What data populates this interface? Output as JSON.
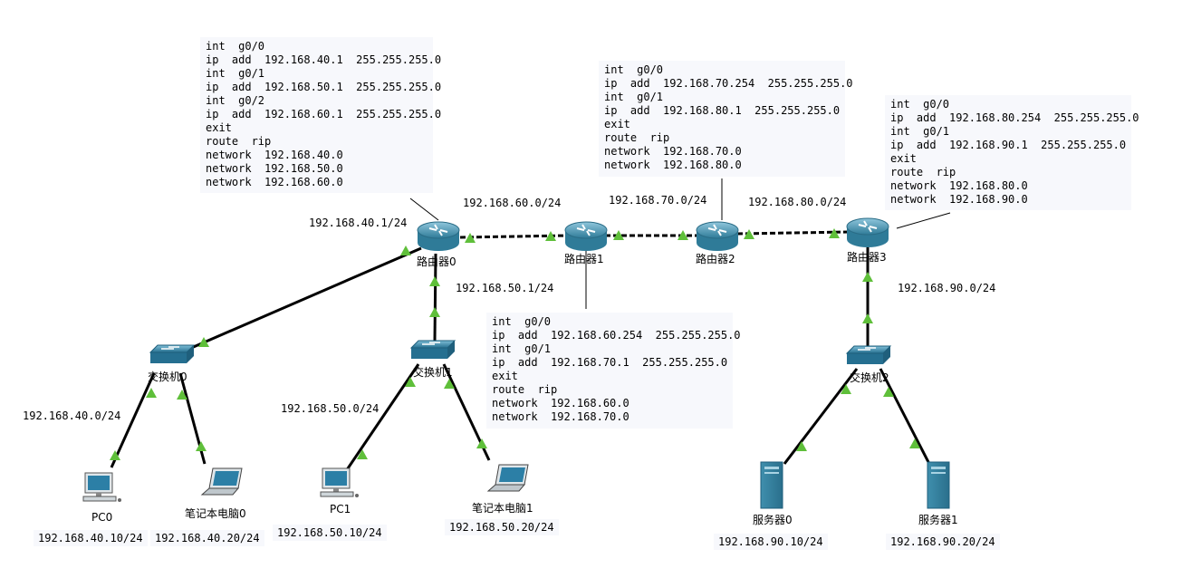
{
  "colors": {
    "link": "#000000",
    "port_up": "#5fbf3a",
    "router": "#3d8aa8",
    "switch": "#2f7fa0",
    "note_bg": "#f7f8fc"
  },
  "devices": {
    "router0": {
      "name": "路由器0",
      "icon": "router-icon"
    },
    "router1": {
      "name": "路由器1",
      "icon": "router-icon"
    },
    "router2": {
      "name": "路由器2",
      "icon": "router-icon"
    },
    "router3": {
      "name": "路由器3",
      "icon": "router-icon"
    },
    "switch0": {
      "name": "交换机0",
      "icon": "switch-icon"
    },
    "switch1": {
      "name": "交换机1",
      "icon": "switch-icon"
    },
    "switch2": {
      "name": "交换机2",
      "icon": "switch-icon"
    },
    "pc0": {
      "name": "PC0",
      "icon": "pc-icon"
    },
    "pc1": {
      "name": "PC1",
      "icon": "pc-icon"
    },
    "laptop0": {
      "name": "笔记本电脑0",
      "icon": "laptop-icon"
    },
    "laptop1": {
      "name": "笔记本电脑1",
      "icon": "laptop-icon"
    },
    "server0": {
      "name": "服务器0",
      "icon": "server-icon"
    },
    "server1": {
      "name": "服务器1",
      "icon": "server-icon"
    }
  },
  "labels": {
    "r0_g00": "192.168.40.1/24",
    "net_60": "192.168.60.0/24",
    "net_70": "192.168.70.0/24",
    "net_80": "192.168.80.0/24",
    "r0_g01": "192.168.50.1/24",
    "net_90": "192.168.90.0/24",
    "net_40": "192.168.40.0/24",
    "net_50": "192.168.50.0/24",
    "pc0_ip": "192.168.40.10/24",
    "laptop0_ip": "192.168.40.20/24",
    "pc1_ip": "192.168.50.10/24",
    "laptop1_ip": "192.168.50.20/24",
    "server0_ip": "192.168.90.10/24",
    "server1_ip": "192.168.90.20/24"
  },
  "notes": {
    "router0": [
      "int  g0/0",
      "ip  add  192.168.40.1  255.255.255.0",
      "int  g0/1",
      "ip  add  192.168.50.1  255.255.255.0",
      "int  g0/2",
      "ip  add  192.168.60.1  255.255.255.0",
      "exit",
      "route  rip",
      "network  192.168.40.0",
      "network  192.168.50.0",
      "network  192.168.60.0"
    ],
    "router1": [
      "int  g0/0",
      "ip  add  192.168.60.254  255.255.255.0",
      "int  g0/1",
      "ip  add  192.168.70.1  255.255.255.0",
      "exit",
      "route  rip",
      "network  192.168.60.0",
      "network  192.168.70.0"
    ],
    "router2": [
      "int  g0/0",
      "ip  add  192.168.70.254  255.255.255.0",
      "int  g0/1",
      "ip  add  192.168.80.1  255.255.255.0",
      "exit",
      "route  rip",
      "network  192.168.70.0",
      "network  192.168.80.0"
    ],
    "router3": [
      "int  g0/0",
      "ip  add  192.168.80.254  255.255.255.0",
      "int  g0/1",
      "ip  add  192.168.90.1  255.255.255.0",
      "exit",
      "route  rip",
      "network  192.168.80.0",
      "network  192.168.90.0"
    ]
  }
}
